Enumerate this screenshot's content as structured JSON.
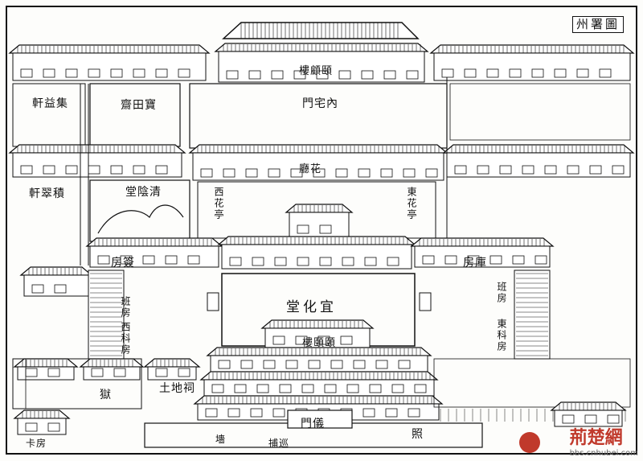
{
  "map": {
    "title": "州署圖",
    "labels": {
      "jiyi_xuan": "軒益集",
      "baotian_zhai": "齋田寶",
      "neizhai_men": "門宅內",
      "jingcui_xuan": "軒翠積",
      "qingyin_tang": "堂陰清",
      "xi_huating": "西花亭",
      "dong_huating": "東花亭",
      "hua_ting": "廳花",
      "yihua_tang": "堂化宜",
      "yiyi_lou": "樓頤頤",
      "jian_fang": "房簽",
      "ban_fang_left": "班房",
      "xi_ke_fang": "西科房",
      "ban_fang_right": "班房",
      "dong_ke_fang": "東科房",
      "ku_fang": "房庫",
      "jiyu": "獄",
      "tudi_ci": "土地祠",
      "yi_men": "門儀",
      "qiang": "墻",
      "zhao": "照",
      "xuan_hua_lou": "樓顧頤",
      "ka_fang": "卡房",
      "xunbu": "捕巡"
    },
    "watermark": {
      "brand": "荊楚網",
      "site": "bbs.cnhubei.com"
    },
    "ink_color": "#111111",
    "paper_color": "#fdfdfb",
    "watermark_color": "#c0392b"
  }
}
